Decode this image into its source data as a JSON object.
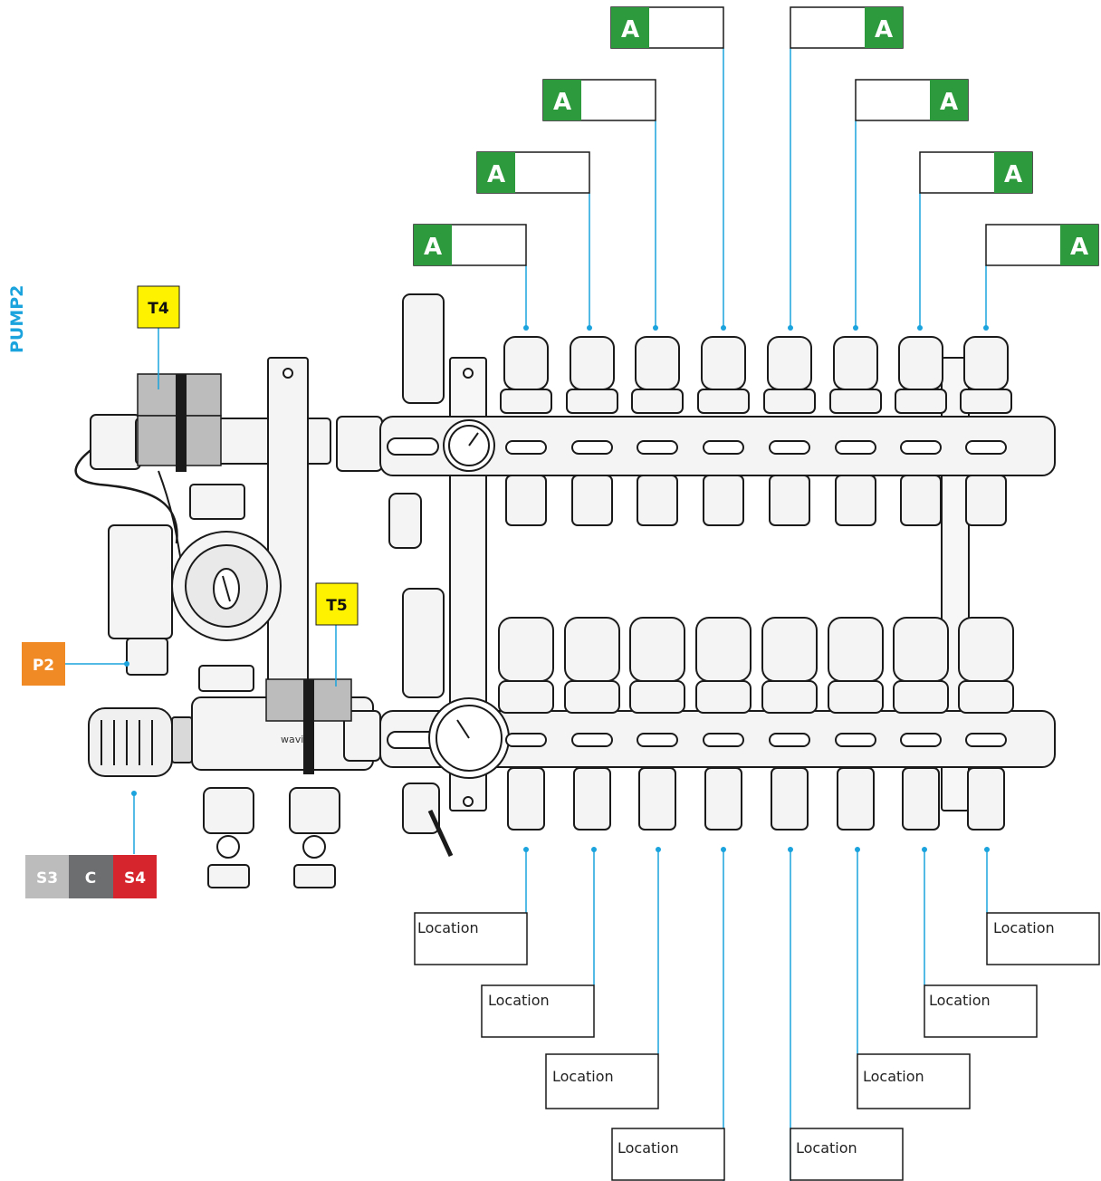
{
  "pump_label": "PUMP2",
  "sensor_labels": {
    "t4": "T4",
    "t5": "T5",
    "p2": "P2"
  },
  "wiring_labels": {
    "s3": "S3",
    "c": "C",
    "s4": "S4"
  },
  "actuator_tag": "A",
  "location_label": "Location",
  "brand_mark": "wavin",
  "colors": {
    "leader": "#1aa3dd",
    "actuator_green": "#2e9a3e",
    "sensor_yellow": "#fff200",
    "pump_orange": "#f08a24",
    "s3_gray": "#bcbcbc",
    "c_gray": "#6d6e70",
    "s4_red": "#d7252d",
    "outline": "#1a1a1a"
  }
}
